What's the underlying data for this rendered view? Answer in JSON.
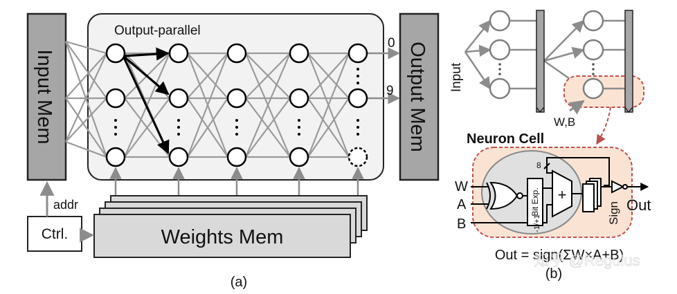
{
  "panel_a": {
    "input_mem": "Input Mem",
    "output_mem": "Output Mem",
    "output_parallel": "Output-parallel",
    "output_index_top": "0",
    "output_index_bottom": "9",
    "addr": "addr",
    "ctrl": "Ctrl.",
    "weights_mem": "Weights Mem",
    "caption": "(a)"
  },
  "panel_b": {
    "input_label": "Input",
    "wb_label": "W,B",
    "neuron_cell_title": "Neuron Cell",
    "w_label": "W",
    "a_label": "A",
    "b_label": "B",
    "bit_exp": "Bit Exp.",
    "minus_plus_one": "-1/+1",
    "adder": "+",
    "eight": "8",
    "sign": "Sign",
    "out_label": "Out",
    "equation": "Out = sign(ΣW×A+B)",
    "caption": "(b)",
    "watermark": "知乎 @Regulus"
  },
  "colors": {
    "mem_gray": "#a6a6a6",
    "panel_bg": "#f2f2f2",
    "edge_gray": "#9a9a9a",
    "highlight_fill": "#fbe3d3",
    "highlight_stroke": "#c0504d",
    "cell_inner": "#e0e0e0"
  }
}
